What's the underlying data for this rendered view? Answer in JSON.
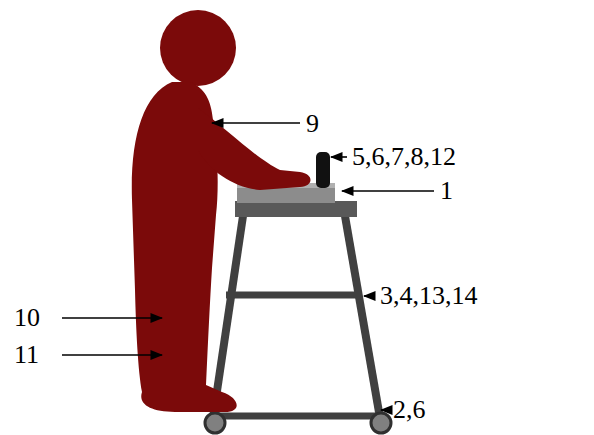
{
  "diagram": {
    "labels": [
      "9",
      "5,6,7,8,12",
      "1",
      "3,4,13,14",
      "10",
      "11",
      "2,6"
    ]
  }
}
